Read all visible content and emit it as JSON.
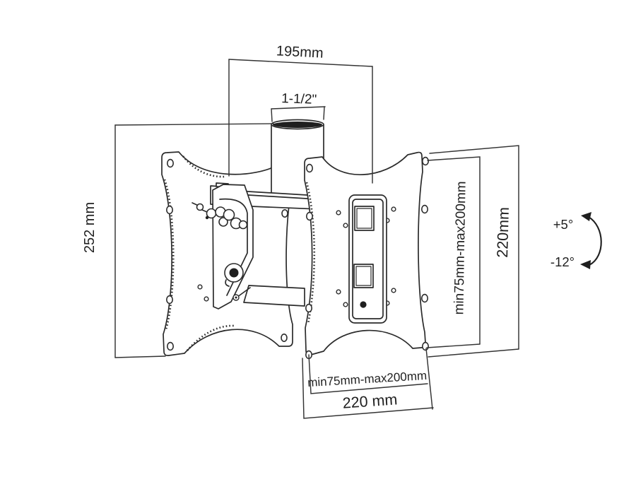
{
  "colors": {
    "background": "#ffffff",
    "line": "#2b2b2b",
    "dimension_line": "#333333",
    "text": "#1f1f1f"
  },
  "diagram": {
    "type": "technical-drawing",
    "dims": {
      "top_width": "195mm",
      "pipe_diameter": "1-1/2\"",
      "left_height": "252 mm",
      "right_vesa_range": "min75mm-max200mm",
      "right_height": "220mm",
      "bottom_vesa_range": "min75mm-max200mm",
      "bottom_width": "220 mm"
    },
    "tilt": {
      "up": "+5°",
      "down": "-12°"
    }
  }
}
